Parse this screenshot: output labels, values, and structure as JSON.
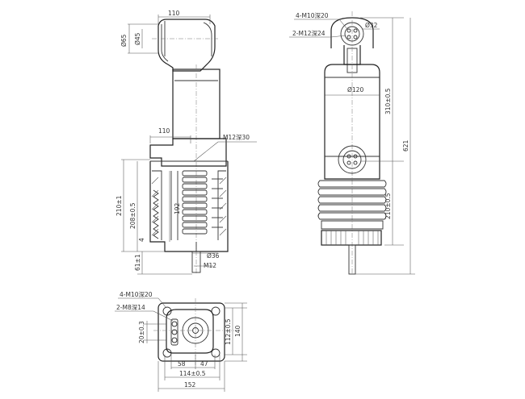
{
  "front": {
    "dim_top_width": "110",
    "dim_outer_dia": "Ø65",
    "dim_inner_dia": "Ø45",
    "dim_mid_width": "110",
    "thread_label": "M12深30",
    "dim_height_1": "210±1",
    "dim_height_2": "208±0.5",
    "dim_height_3": "192",
    "dim_small": "4",
    "dim_bottom": "61±1",
    "dim_rod_dia": "Ø36",
    "dim_rod_thread": "M12"
  },
  "side": {
    "hole_label_1": "4-M10深20",
    "hole_label_2": "2-M12深24",
    "dim_top_dia": "Ø32",
    "dim_body_dia": "Ø120",
    "dim_h_upper": "310±0.5",
    "dim_h_total": "621",
    "dim_h_lower": "210±0.5"
  },
  "bottom": {
    "hole_label_1": "4-M10深20",
    "hole_label_2": "2-M8深14",
    "dim_left": "20±0.3",
    "dim_right_1": "112±0.5",
    "dim_right_2": "140",
    "dim_w_1": "58",
    "dim_w_2": "47",
    "dim_w_3": "114±0.5",
    "dim_w_4": "152"
  }
}
